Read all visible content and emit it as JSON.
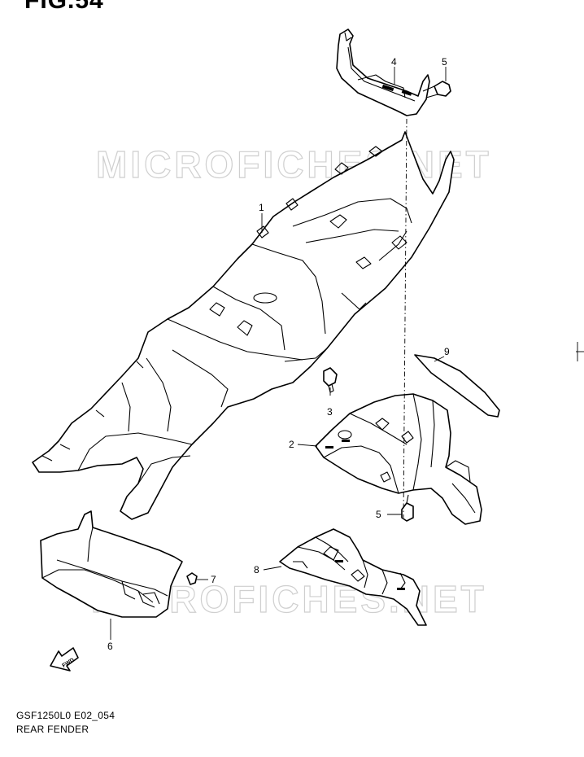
{
  "figure": {
    "title": "FIG.54",
    "code": "GSF1250L0 E02_054",
    "name": "REAR FENDER"
  },
  "watermark": "MICROFICHES.NET",
  "fwd_label": "FWD",
  "callouts": [
    {
      "id": "1",
      "label": "1"
    },
    {
      "id": "2",
      "label": "2"
    },
    {
      "id": "3",
      "label": "3"
    },
    {
      "id": "4",
      "label": "4"
    },
    {
      "id": "5a",
      "label": "5"
    },
    {
      "id": "5b",
      "label": "5"
    },
    {
      "id": "6",
      "label": "6"
    },
    {
      "id": "7",
      "label": "7"
    },
    {
      "id": "8",
      "label": "8"
    },
    {
      "id": "9",
      "label": "9"
    }
  ]
}
